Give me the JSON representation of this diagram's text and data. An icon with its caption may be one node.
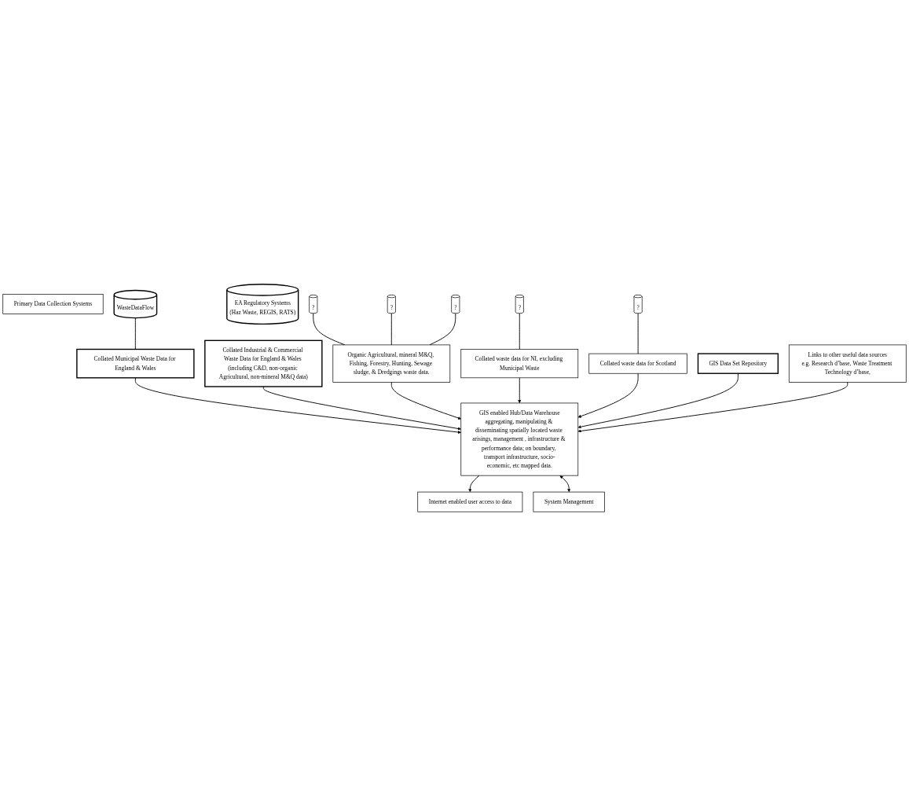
{
  "diagram": {
    "nodes": [
      {
        "text": [
          "Primary Data Collection Systems"
        ]
      },
      {
        "text": [
          "WasteDataFlow"
        ]
      },
      {
        "text": [
          "EA Regulatory Systems",
          "(Haz Waste, REGIS, RATS)"
        ]
      },
      {
        "text": [
          "?"
        ]
      },
      {
        "text": [
          "?"
        ]
      },
      {
        "text": [
          "?"
        ]
      },
      {
        "text": [
          "Collated Municipal Waste Data for England & Wales"
        ]
      },
      {
        "text": [
          "Collated Industrial & Commercial Waste Data for England & Wales (including C&D, non-organic Agricultural, non-mineral M&Q data)"
        ]
      },
      {
        "text": [
          "Organic Agricultural, mineral M&Q, Fishing, Forestry, Hunting, Sewage sludge, & Dredgings waste data."
        ]
      },
      {
        "text": [
          "?"
        ]
      },
      {
        "text": [
          "?"
        ]
      },
      {
        "text": [
          "Collated waste data for NI, excluding Municipal Waste"
        ]
      },
      {
        "text": [
          "Collated waste data for Scotland"
        ]
      },
      {
        "text": [
          "GIS enabled Hub/Data Warehouse",
          "aggregating, manipulating & disseminating spatially located waste arisings, management , infrastructure & performance data; on boundary, transport infrastructure, socio-economic, etc mapped data."
        ]
      },
      {
        "text": [
          "GIS Data Set Repository"
        ]
      },
      {
        "text": [
          "Links to other useful data sources",
          "e.g. Research d’base, Waste Treatment Technology d’base,"
        ]
      },
      {
        "text": [
          "Internet enabled user access to data"
        ]
      },
      {
        "text": [
          "System Management"
        ]
      }
    ],
    "edges": [
      {
        "from": 1,
        "to": 6,
        "arrow": "none"
      },
      {
        "from": 6,
        "to": 13,
        "arrow": "to"
      },
      {
        "from": 7,
        "to": 13,
        "arrow": "to"
      },
      {
        "from": 3,
        "to": 8,
        "arrow": "none"
      },
      {
        "from": 4,
        "to": 8,
        "arrow": "none"
      },
      {
        "from": 5,
        "to": 8,
        "arrow": "none"
      },
      {
        "from": 8,
        "to": 13,
        "arrow": "to"
      },
      {
        "from": 9,
        "to": 11,
        "arrow": "none"
      },
      {
        "from": 11,
        "to": 13,
        "arrow": "to"
      },
      {
        "from": 10,
        "to": 12,
        "arrow": "none"
      },
      {
        "from": 12,
        "to": 13,
        "arrow": "to"
      },
      {
        "from": 14,
        "to": 13,
        "arrow": "to"
      },
      {
        "from": 15,
        "to": 13,
        "arrow": "to"
      },
      {
        "from": 13,
        "to": 16,
        "arrow": "to"
      },
      {
        "from": 13,
        "to": 17,
        "arrow": "both"
      }
    ]
  }
}
